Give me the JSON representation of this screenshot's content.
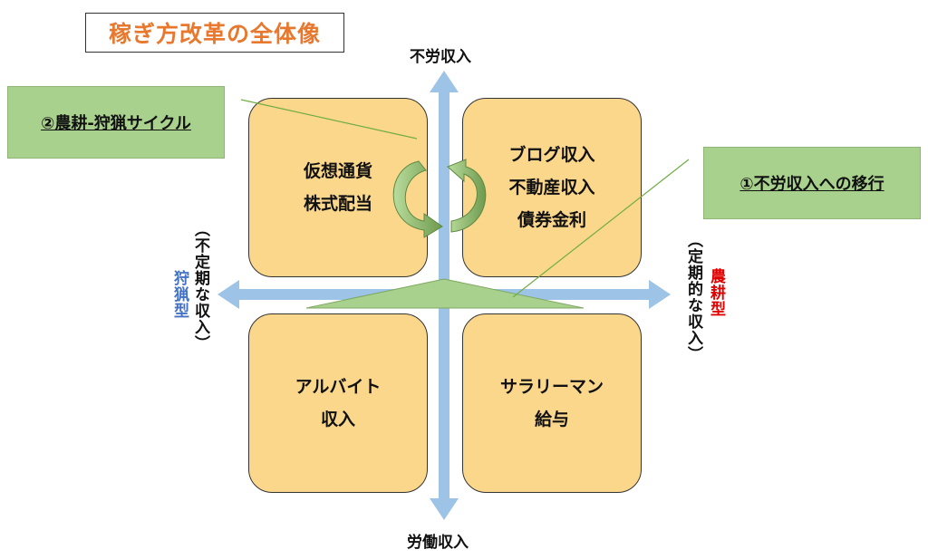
{
  "title": "稼ぎ方改革の全体像",
  "axes": {
    "top": "不労収入",
    "bottom": "労働収入",
    "left_main": "（不定期な収入）",
    "left_type": "狩猟型",
    "right_main": "（定期的な収入）",
    "right_type": "農耕型"
  },
  "quadrants": {
    "top_left": [
      "仮想通貨",
      "株式配当"
    ],
    "top_right": [
      "ブログ収入",
      "不動産収入",
      "債券金利"
    ],
    "bottom_left": [
      "アルバイト",
      "収入"
    ],
    "bottom_right": [
      "サラリーマン",
      "給与"
    ]
  },
  "callouts": {
    "cycle": "②農耕-狩猟サイクル",
    "shift": "①不労収入への移行"
  },
  "colors": {
    "title": "#E8782D",
    "axis_arrow": "#9DC3E6",
    "quadrant_fill": "#FBD78C",
    "callout_fill": "#A9D18E",
    "left_type": "#4472C4",
    "right_type": "#E00000",
    "cycle_arrow": "#70AD47"
  }
}
